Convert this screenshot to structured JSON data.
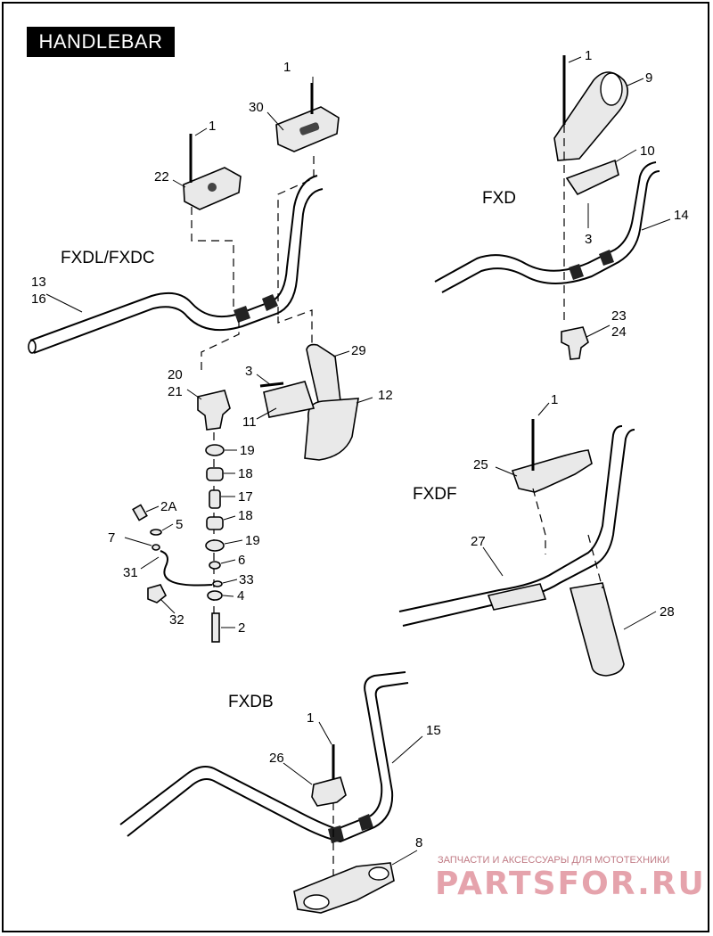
{
  "title": "HANDLEBAR",
  "models": {
    "fxdl_fxdc": "FXDL/FXDC",
    "fxd": "FXD",
    "fxdf": "FXDF",
    "fxdb": "FXDB"
  },
  "callouts": {
    "c1a": "1",
    "c30": "30",
    "c1b": "1",
    "c22": "22",
    "c13": "13",
    "c16": "16",
    "c29": "29",
    "c3a": "3",
    "c12": "12",
    "c11": "11",
    "c20": "20",
    "c21": "21",
    "c19a": "19",
    "c18a": "18",
    "c17": "17",
    "c18b": "18",
    "c19b": "19",
    "c6": "6",
    "c33": "33",
    "c4": "4",
    "c2": "2",
    "c2a": "2A",
    "c5": "5",
    "c7": "7",
    "c31": "31",
    "c32": "32",
    "c1c": "1",
    "c9": "9",
    "c10": "10",
    "c3b": "3",
    "c14": "14",
    "c23": "23",
    "c24": "24",
    "c1d": "1",
    "c25": "25",
    "c27": "27",
    "c28": "28",
    "c1e": "1",
    "c15": "15",
    "c26": "26",
    "c8": "8"
  },
  "watermark": {
    "tagline": "ЗАПЧАСТИ И АКСЕССУАРЫ ДЛЯ МОТОТЕХНИКИ",
    "brand": "PARTSFOR.RU"
  }
}
